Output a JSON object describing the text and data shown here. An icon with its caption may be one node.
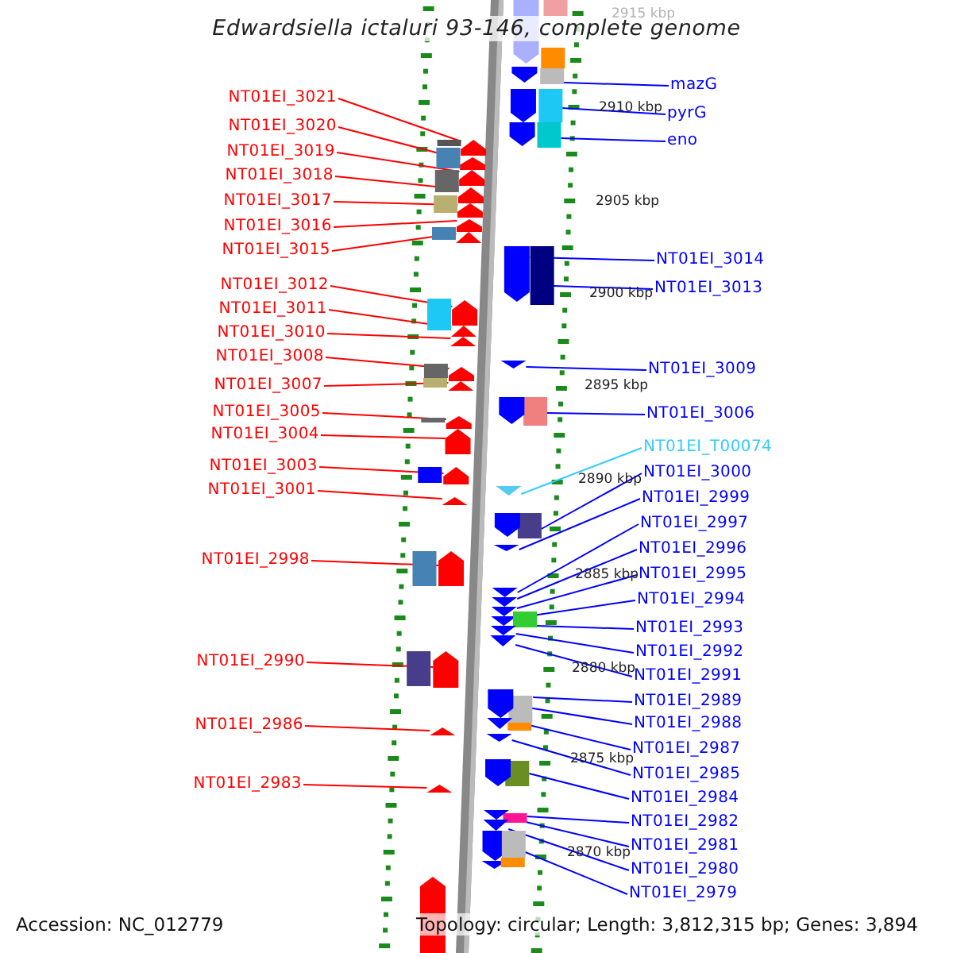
{
  "diagram": {
    "title": "Edwardsiella ictaluri 93-146, complete genome",
    "nodes": [
      {
        "text": [
          "NT01EI_3021"
        ]
      },
      {
        "text": [
          "NT01EI_3020"
        ]
      },
      {
        "text": [
          "NT01EI_3019"
        ]
      },
      {
        "text": [
          "NT01EI_3018"
        ]
      },
      {
        "text": [
          "NT01EI_3017"
        ]
      },
      {
        "text": [
          "NT01EI_3016"
        ]
      },
      {
        "text": [
          "NT01EI_3015"
        ]
      },
      {
        "text": [
          "NT01EI_3012"
        ]
      },
      {
        "text": [
          "NT01EI_3011"
        ]
      },
      {
        "text": [
          "NT01EI_3010"
        ]
      },
      {
        "text": [
          "NT01EI_3008"
        ]
      },
      {
        "text": [
          "NT01EI_3007"
        ]
      },
      {
        "text": [
          "NT01EI_3005"
        ]
      },
      {
        "text": [
          "NT01EI_3004"
        ]
      },
      {
        "text": [
          "NT01EI_3003"
        ]
      },
      {
        "text": [
          "NT01EI_3001"
        ]
      },
      {
        "text": [
          "NT01EI_2998"
        ]
      },
      {
        "text": [
          "NT01EI_2990"
        ]
      },
      {
        "text": [
          "NT01EI_2986"
        ]
      },
      {
        "text": [
          "NT01EI_2983"
        ]
      },
      {
        "text": [
          "mazG"
        ]
      },
      {
        "text": [
          "pyrG"
        ]
      },
      {
        "text": [
          "eno"
        ]
      },
      {
        "text": [
          "NT01EI_3014"
        ]
      },
      {
        "text": [
          "NT01EI_3013"
        ]
      },
      {
        "text": [
          "NT01EI_3009"
        ]
      },
      {
        "text": [
          "NT01EI_3006"
        ]
      },
      {
        "text": [
          "NT01EI_T00074"
        ]
      },
      {
        "text": [
          "NT01EI_3000"
        ]
      },
      {
        "text": [
          "NT01EI_2999"
        ]
      },
      {
        "text": [
          "NT01EI_2997"
        ]
      },
      {
        "text": [
          "NT01EI_2996"
        ]
      },
      {
        "text": [
          "NT01EI_2995"
        ]
      },
      {
        "text": [
          "NT01EI_2994"
        ]
      },
      {
        "text": [
          "NT01EI_2993"
        ]
      },
      {
        "text": [
          "NT01EI_2992"
        ]
      },
      {
        "text": [
          "NT01EI_2991"
        ]
      },
      {
        "text": [
          "NT01EI_2989"
        ]
      },
      {
        "text": [
          "NT01EI_2988"
        ]
      },
      {
        "text": [
          "NT01EI_2987"
        ]
      },
      {
        "text": [
          "NT01EI_2985"
        ]
      },
      {
        "text": [
          "NT01EI_2984"
        ]
      },
      {
        "text": [
          "NT01EI_2982"
        ]
      },
      {
        "text": [
          "NT01EI_2981"
        ]
      },
      {
        "text": [
          "NT01EI_2980"
        ]
      },
      {
        "text": [
          "NT01EI_2979"
        ]
      },
      {
        "text": [],
        "shape": "box"
      },
      {
        "text": [],
        "shape": "box"
      },
      {
        "text": [],
        "shape": "box"
      },
      {
        "text": [],
        "shape": "arrow"
      },
      {
        "text": [],
        "shape": "box"
      },
      {
        "text": [],
        "shape": "arrow"
      },
      {
        "text": [],
        "shape": "box"
      },
      {
        "text": [],
        "shape": "arrow"
      },
      {
        "text": [],
        "shape": "box"
      },
      {
        "text": [],
        "shape": "arrow"
      },
      {
        "text": [],
        "shape": "arrow"
      },
      {
        "text": [],
        "shape": "arrow"
      },
      {
        "text": [],
        "shape": "arrow"
      },
      {
        "text": [],
        "shape": "arrow"
      },
      {
        "text": [],
        "shape": "box"
      },
      {
        "text": [],
        "shape": "arrow"
      },
      {
        "text": [],
        "shape": "arrow"
      },
      {
        "text": [],
        "shape": "box"
      },
      {
        "text": [],
        "shape": "arrow"
      },
      {
        "text": [],
        "shape": "arrow"
      },
      {
        "text": [],
        "shape": "arrow"
      },
      {
        "text": [],
        "shape": "box"
      },
      {
        "text": [],
        "shape": "box"
      },
      {
        "text": [],
        "shape": "arrow"
      },
      {
        "text": [],
        "shape": "arrow"
      },
      {
        "text": [],
        "shape": "arrow"
      },
      {
        "text": [],
        "shape": "arrow"
      },
      {
        "text": [],
        "shape": "arrow"
      },
      {
        "text": [],
        "shape": "arrow"
      },
      {
        "text": [],
        "shape": "arrow"
      },
      {
        "text": [],
        "shape": "arrow"
      },
      {
        "text": [],
        "shape": "arrow"
      },
      {
        "text": [],
        "shape": "arrow"
      },
      {
        "text": [],
        "shape": "arrow"
      },
      {
        "text": [],
        "shape": "arrow"
      },
      {
        "text": [],
        "shape": "arrow"
      },
      {
        "text": [],
        "shape": "arrow"
      },
      {
        "text": [],
        "shape": "arrow"
      },
      {
        "text": [],
        "shape": "arrow"
      },
      {
        "text": [],
        "shape": "arrow"
      },
      {
        "text": [],
        "shape": "arrow"
      },
      {
        "text": [],
        "shape": "arrow"
      },
      {
        "text": [],
        "shape": "arrow"
      },
      {
        "text": [],
        "shape": "arrow"
      },
      {
        "text": [],
        "shape": "arrow"
      },
      {
        "text": [],
        "shape": "arrow"
      },
      {
        "text": [],
        "shape": "box"
      },
      {
        "text": [],
        "shape": "box"
      },
      {
        "text": [],
        "shape": "box"
      },
      {
        "text": [],
        "shape": "box"
      },
      {
        "text": [],
        "shape": "box"
      },
      {
        "text": [],
        "shape": "box"
      },
      {
        "text": [],
        "shape": "box"
      },
      {
        "text": [],
        "shape": "box"
      },
      {
        "text": [],
        "shape": "box"
      },
      {
        "text": [],
        "shape": "box"
      },
      {
        "text": [],
        "shape": "box"
      },
      {
        "text": [],
        "shape": "box"
      },
      {
        "text": [],
        "shape": "arrow"
      },
      {
        "text": [],
        "shape": "arrow"
      },
      {
        "text": [],
        "shape": "arrow"
      },
      {
        "text": [],
        "shape": "arrow"
      },
      {
        "text": [],
        "shape": "arrow"
      },
      {
        "text": [],
        "shape": "arrow"
      },
      {
        "text": [],
        "shape": "arrow"
      },
      {
        "text": [],
        "shape": "arrow"
      },
      {
        "text": [],
        "shape": "arrow"
      },
      {
        "text": [],
        "shape": "box"
      },
      {
        "text": [],
        "shape": "box"
      },
      {
        "text": [],
        "shape": "box"
      },
      {
        "text": [],
        "shape": "box"
      },
      {
        "text": [],
        "shape": "box"
      }
    ],
    "edges": [
      {
        "from": 0,
        "to": 72,
        "arrow": "none",
        "color": "#ff0000"
      },
      {
        "from": 1,
        "to": 73,
        "arrow": "none",
        "color": "#ff0000"
      },
      {
        "from": 2,
        "to": 74,
        "arrow": "none",
        "color": "#ff0000"
      },
      {
        "from": 3,
        "to": 75,
        "arrow": "none",
        "color": "#ff0000"
      },
      {
        "from": 4,
        "to": 76,
        "arrow": "none",
        "color": "#ff0000"
      },
      {
        "from": 5,
        "to": 77,
        "arrow": "none",
        "color": "#ff0000"
      },
      {
        "from": 6,
        "to": 78,
        "arrow": "none",
        "color": "#ff0000"
      },
      {
        "from": 7,
        "to": 79,
        "arrow": "none",
        "color": "#ff0000"
      },
      {
        "from": 8,
        "to": 80,
        "arrow": "none",
        "color": "#ff0000"
      },
      {
        "from": 9,
        "to": 81,
        "arrow": "none",
        "color": "#ff0000"
      },
      {
        "from": 10,
        "to": 82,
        "arrow": "none",
        "color": "#ff0000"
      },
      {
        "from": 11,
        "to": 83,
        "arrow": "none",
        "color": "#ff0000"
      },
      {
        "from": 12,
        "to": 84,
        "arrow": "none",
        "color": "#ff0000"
      },
      {
        "from": 13,
        "to": 85,
        "arrow": "none",
        "color": "#ff0000"
      },
      {
        "from": 14,
        "to": 86,
        "arrow": "none",
        "color": "#ff0000"
      },
      {
        "from": 15,
        "to": 87,
        "arrow": "none",
        "color": "#ff0000"
      },
      {
        "from": 16,
        "to": 88,
        "arrow": "none",
        "color": "#ff0000"
      },
      {
        "from": 17,
        "to": 89,
        "arrow": "none",
        "color": "#ff0000"
      },
      {
        "from": 18,
        "to": 90,
        "arrow": "none",
        "color": "#ff0000"
      },
      {
        "from": 19,
        "to": 91,
        "arrow": "none",
        "color": "#ff0000"
      },
      {
        "from": 20,
        "to": 46,
        "arrow": "none"
      },
      {
        "from": 21,
        "to": 47,
        "arrow": "none"
      },
      {
        "from": 22,
        "to": 48,
        "arrow": "none"
      },
      {
        "from": 23,
        "to": 49,
        "arrow": "none"
      },
      {
        "from": 24,
        "to": 50,
        "arrow": "none"
      },
      {
        "from": 25,
        "to": 51,
        "arrow": "none"
      },
      {
        "from": 26,
        "to": 52,
        "arrow": "none"
      },
      {
        "from": 27,
        "to": 53,
        "arrow": "none",
        "color": "#33ccff"
      },
      {
        "from": 28,
        "to": 54,
        "arrow": "none"
      },
      {
        "from": 29,
        "to": 55,
        "arrow": "none"
      },
      {
        "from": 30,
        "to": 56,
        "arrow": "none"
      },
      {
        "from": 31,
        "to": 57,
        "arrow": "none"
      },
      {
        "from": 32,
        "to": 58,
        "arrow": "none"
      },
      {
        "from": 33,
        "to": 59,
        "arrow": "none"
      },
      {
        "from": 34,
        "to": 60,
        "arrow": "none"
      },
      {
        "from": 35,
        "to": 61,
        "arrow": "none"
      },
      {
        "from": 36,
        "to": 62,
        "arrow": "none"
      },
      {
        "from": 37,
        "to": 63,
        "arrow": "none"
      },
      {
        "from": 38,
        "to": 64,
        "arrow": "none"
      },
      {
        "from": 39,
        "to": 65,
        "arrow": "none"
      },
      {
        "from": 40,
        "to": 66,
        "arrow": "none"
      },
      {
        "from": 41,
        "to": 67,
        "arrow": "none"
      },
      {
        "from": 42,
        "to": 68,
        "arrow": "none"
      },
      {
        "from": 43,
        "to": 69,
        "arrow": "none"
      },
      {
        "from": 44,
        "to": 70,
        "arrow": "none"
      },
      {
        "from": 45,
        "to": 71,
        "arrow": "none"
      }
    ],
    "labels": [
      "2915 kbp",
      "2910 kbp",
      "2905 kbp",
      "2900 kbp",
      "2895 kbp",
      "2890 kbp",
      "2885 kbp",
      "2880 kbp",
      "2875 kbp",
      "2870 kbp",
      "Accession: NC_012779",
      "Topology: circular; Length: 3,812,315 bp; Genes: 3,894"
    ]
  }
}
